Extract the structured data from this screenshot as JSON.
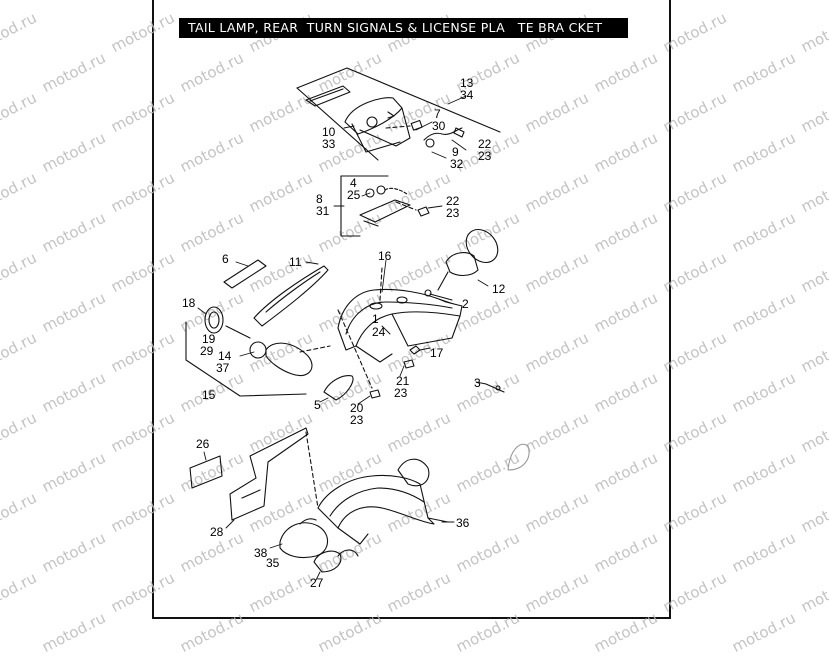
{
  "title": "TAIL LAMP, REAR  TURN SIGNALS & LICENSE PLA   TE BRA CKET",
  "watermark": "motod.ru",
  "callouts": [
    {
      "id": "c13",
      "text": "13"
    },
    {
      "id": "c34",
      "text": "34"
    },
    {
      "id": "c7",
      "text": "7"
    },
    {
      "id": "c30",
      "text": "30"
    },
    {
      "id": "c10",
      "text": "10"
    },
    {
      "id": "c33",
      "text": "33"
    },
    {
      "id": "c22a",
      "text": "22"
    },
    {
      "id": "c23a",
      "text": "23"
    },
    {
      "id": "c9",
      "text": "9"
    },
    {
      "id": "c32",
      "text": "32"
    },
    {
      "id": "c4",
      "text": "4"
    },
    {
      "id": "c25",
      "text": "25"
    },
    {
      "id": "c8",
      "text": "8"
    },
    {
      "id": "c31",
      "text": "31"
    },
    {
      "id": "c22b",
      "text": "22"
    },
    {
      "id": "c23b",
      "text": "23"
    },
    {
      "id": "c6",
      "text": "6"
    },
    {
      "id": "c11",
      "text": "11"
    },
    {
      "id": "c16",
      "text": "16"
    },
    {
      "id": "c12",
      "text": "12"
    },
    {
      "id": "c2",
      "text": "2"
    },
    {
      "id": "c18",
      "text": "18"
    },
    {
      "id": "c1",
      "text": "1"
    },
    {
      "id": "c24",
      "text": "24"
    },
    {
      "id": "c19",
      "text": "19"
    },
    {
      "id": "c29",
      "text": "29"
    },
    {
      "id": "c17",
      "text": "17"
    },
    {
      "id": "c14",
      "text": "14"
    },
    {
      "id": "c37",
      "text": "37"
    },
    {
      "id": "c21",
      "text": "21"
    },
    {
      "id": "c23c",
      "text": "23"
    },
    {
      "id": "c3",
      "text": "3"
    },
    {
      "id": "c15",
      "text": "15"
    },
    {
      "id": "c5",
      "text": "5"
    },
    {
      "id": "c20",
      "text": "20"
    },
    {
      "id": "c23d",
      "text": "23"
    },
    {
      "id": "c26",
      "text": "26"
    },
    {
      "id": "c36",
      "text": "36"
    },
    {
      "id": "c28",
      "text": "28"
    },
    {
      "id": "c38",
      "text": "38"
    },
    {
      "id": "c35",
      "text": "35"
    },
    {
      "id": "c27",
      "text": "27"
    }
  ],
  "colors": {
    "line": "#111111",
    "watermark": "#b9b9b9",
    "title_bg": "#000000",
    "title_fg": "#ffffff"
  }
}
